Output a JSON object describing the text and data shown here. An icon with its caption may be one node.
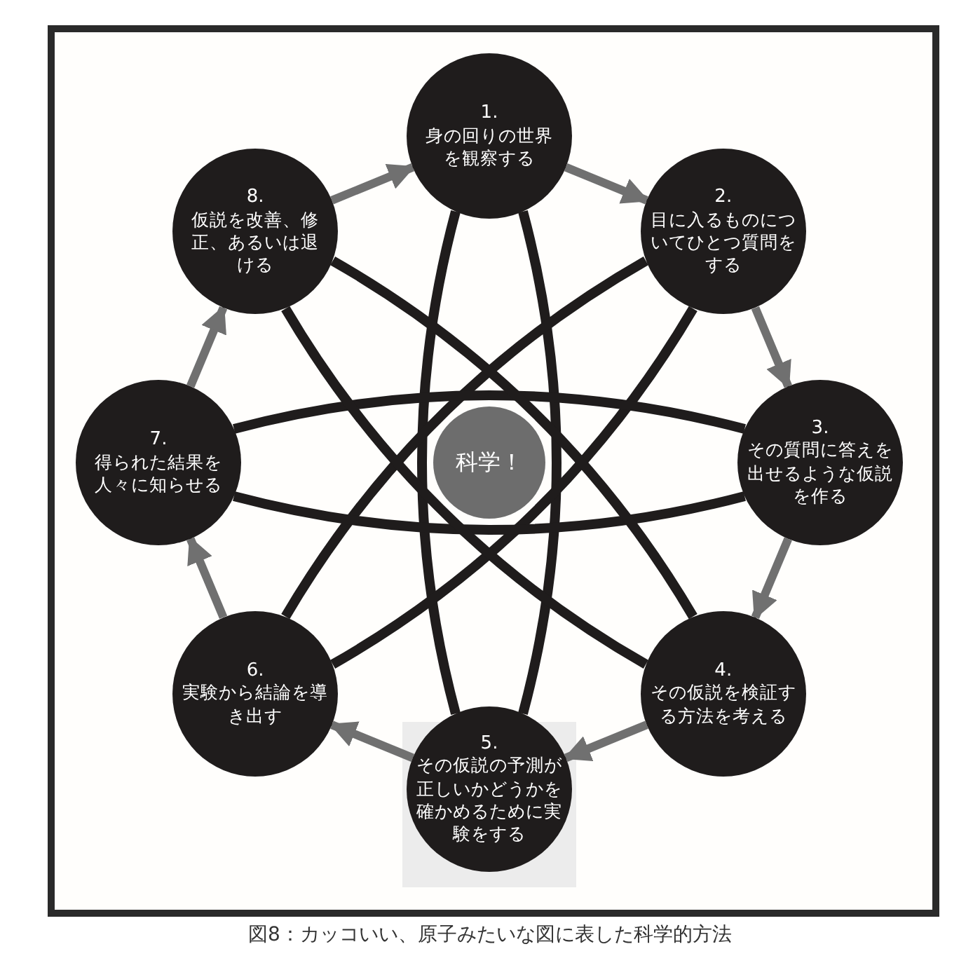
{
  "diagram": {
    "caption": "図8：カッコいい、原子みたいな図に表した科学的方法",
    "nodes": [
      {
        "text": [
          "1.",
          "身の回りの世界を観察する"
        ]
      },
      {
        "text": [
          "2.",
          "目に入るものについてひとつ質問をする"
        ]
      },
      {
        "text": [
          "3.",
          "その質問に答えを出せるような仮説を作る"
        ]
      },
      {
        "text": [
          "4.",
          "その仮説を検証する方法を考える"
        ]
      },
      {
        "text": [
          "5.",
          "その仮説の予測が正しいかどうかを確かめるために実験をする"
        ]
      },
      {
        "text": [
          "6.",
          "実験から結論を導き出す"
        ]
      },
      {
        "text": [
          "7.",
          "得られた結果を人々に知らせる"
        ]
      },
      {
        "text": [
          "8.",
          "仮説を改善、修正、あるいは退ける"
        ]
      },
      {
        "text": [
          "科学！"
        ]
      }
    ],
    "edges": [
      {
        "from": 0,
        "to": 1,
        "arrow": "to",
        "color": "#707070"
      },
      {
        "from": 1,
        "to": 2,
        "arrow": "to",
        "color": "#707070"
      },
      {
        "from": 2,
        "to": 3,
        "arrow": "to",
        "color": "#707070"
      },
      {
        "from": 3,
        "to": 4,
        "arrow": "to",
        "color": "#707070"
      },
      {
        "from": 4,
        "to": 5,
        "arrow": "to",
        "color": "#707070"
      },
      {
        "from": 5,
        "to": 6,
        "arrow": "to",
        "color": "#707070"
      },
      {
        "from": 6,
        "to": 7,
        "arrow": "to",
        "color": "#707070"
      },
      {
        "from": 7,
        "to": 0,
        "arrow": "to",
        "color": "#707070"
      },
      {
        "from": 0,
        "to": 4,
        "arrow": "none"
      },
      {
        "from": 0,
        "to": 4,
        "arrow": "none"
      },
      {
        "from": 1,
        "to": 5,
        "arrow": "none"
      },
      {
        "from": 1,
        "to": 5,
        "arrow": "none"
      },
      {
        "from": 2,
        "to": 6,
        "arrow": "none"
      },
      {
        "from": 2,
        "to": 6,
        "arrow": "none"
      },
      {
        "from": 3,
        "to": 7,
        "arrow": "none"
      },
      {
        "from": 3,
        "to": 7,
        "arrow": "none"
      }
    ]
  }
}
